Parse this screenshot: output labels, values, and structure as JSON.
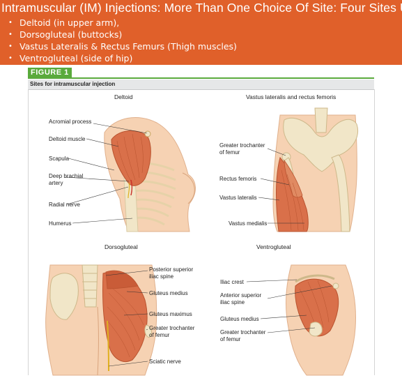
{
  "header": {
    "title": "Intramuscular (IM) Injections: More Than One Choice Of Site: Four Sites Usually Used",
    "sites": [
      "Deltoid (in upper arm),",
      "Dorsogluteal (buttocks)",
      "Vastus Lateralis & Rectus Femurs (Thigh muscles)",
      "Ventrogluteal (side of hip)"
    ]
  },
  "figure": {
    "label": "FIGURE 1",
    "subtitle": "Sites for intramuscular injection"
  },
  "panels": {
    "deltoid": {
      "title": "Deltoid",
      "labels": [
        "Acromial process",
        "Deltoid muscle",
        "Scapula",
        "Deep brachial artery",
        "Radial nerve",
        "Humerus"
      ]
    },
    "vastus": {
      "title": "Vastus lateralis and rectus femoris",
      "labels": [
        "Greater trochanter of femur",
        "Rectus femoris",
        "Vastus lateralis",
        "Vastus medialis"
      ]
    },
    "dorsogluteal": {
      "title": "Dorsogluteal",
      "labels": [
        "Posterior superior iliac spine",
        "Gluteus medius",
        "Gluteus maximus",
        "Greater trochanter of femur",
        "Sciatic nerve"
      ]
    },
    "ventrogluteal": {
      "title": "Ventrogluteal",
      "labels": [
        "Iliac crest",
        "Anterior superior iliac spine",
        "Gluteus medius",
        "Greater trochanter of femur"
      ]
    }
  },
  "colors": {
    "header_bg": "#e0602a",
    "figure_label_bg": "#5aaa3c",
    "skin": "#f6d2b3",
    "muscle": "#d9704a",
    "bone": "#f1e6c8"
  }
}
